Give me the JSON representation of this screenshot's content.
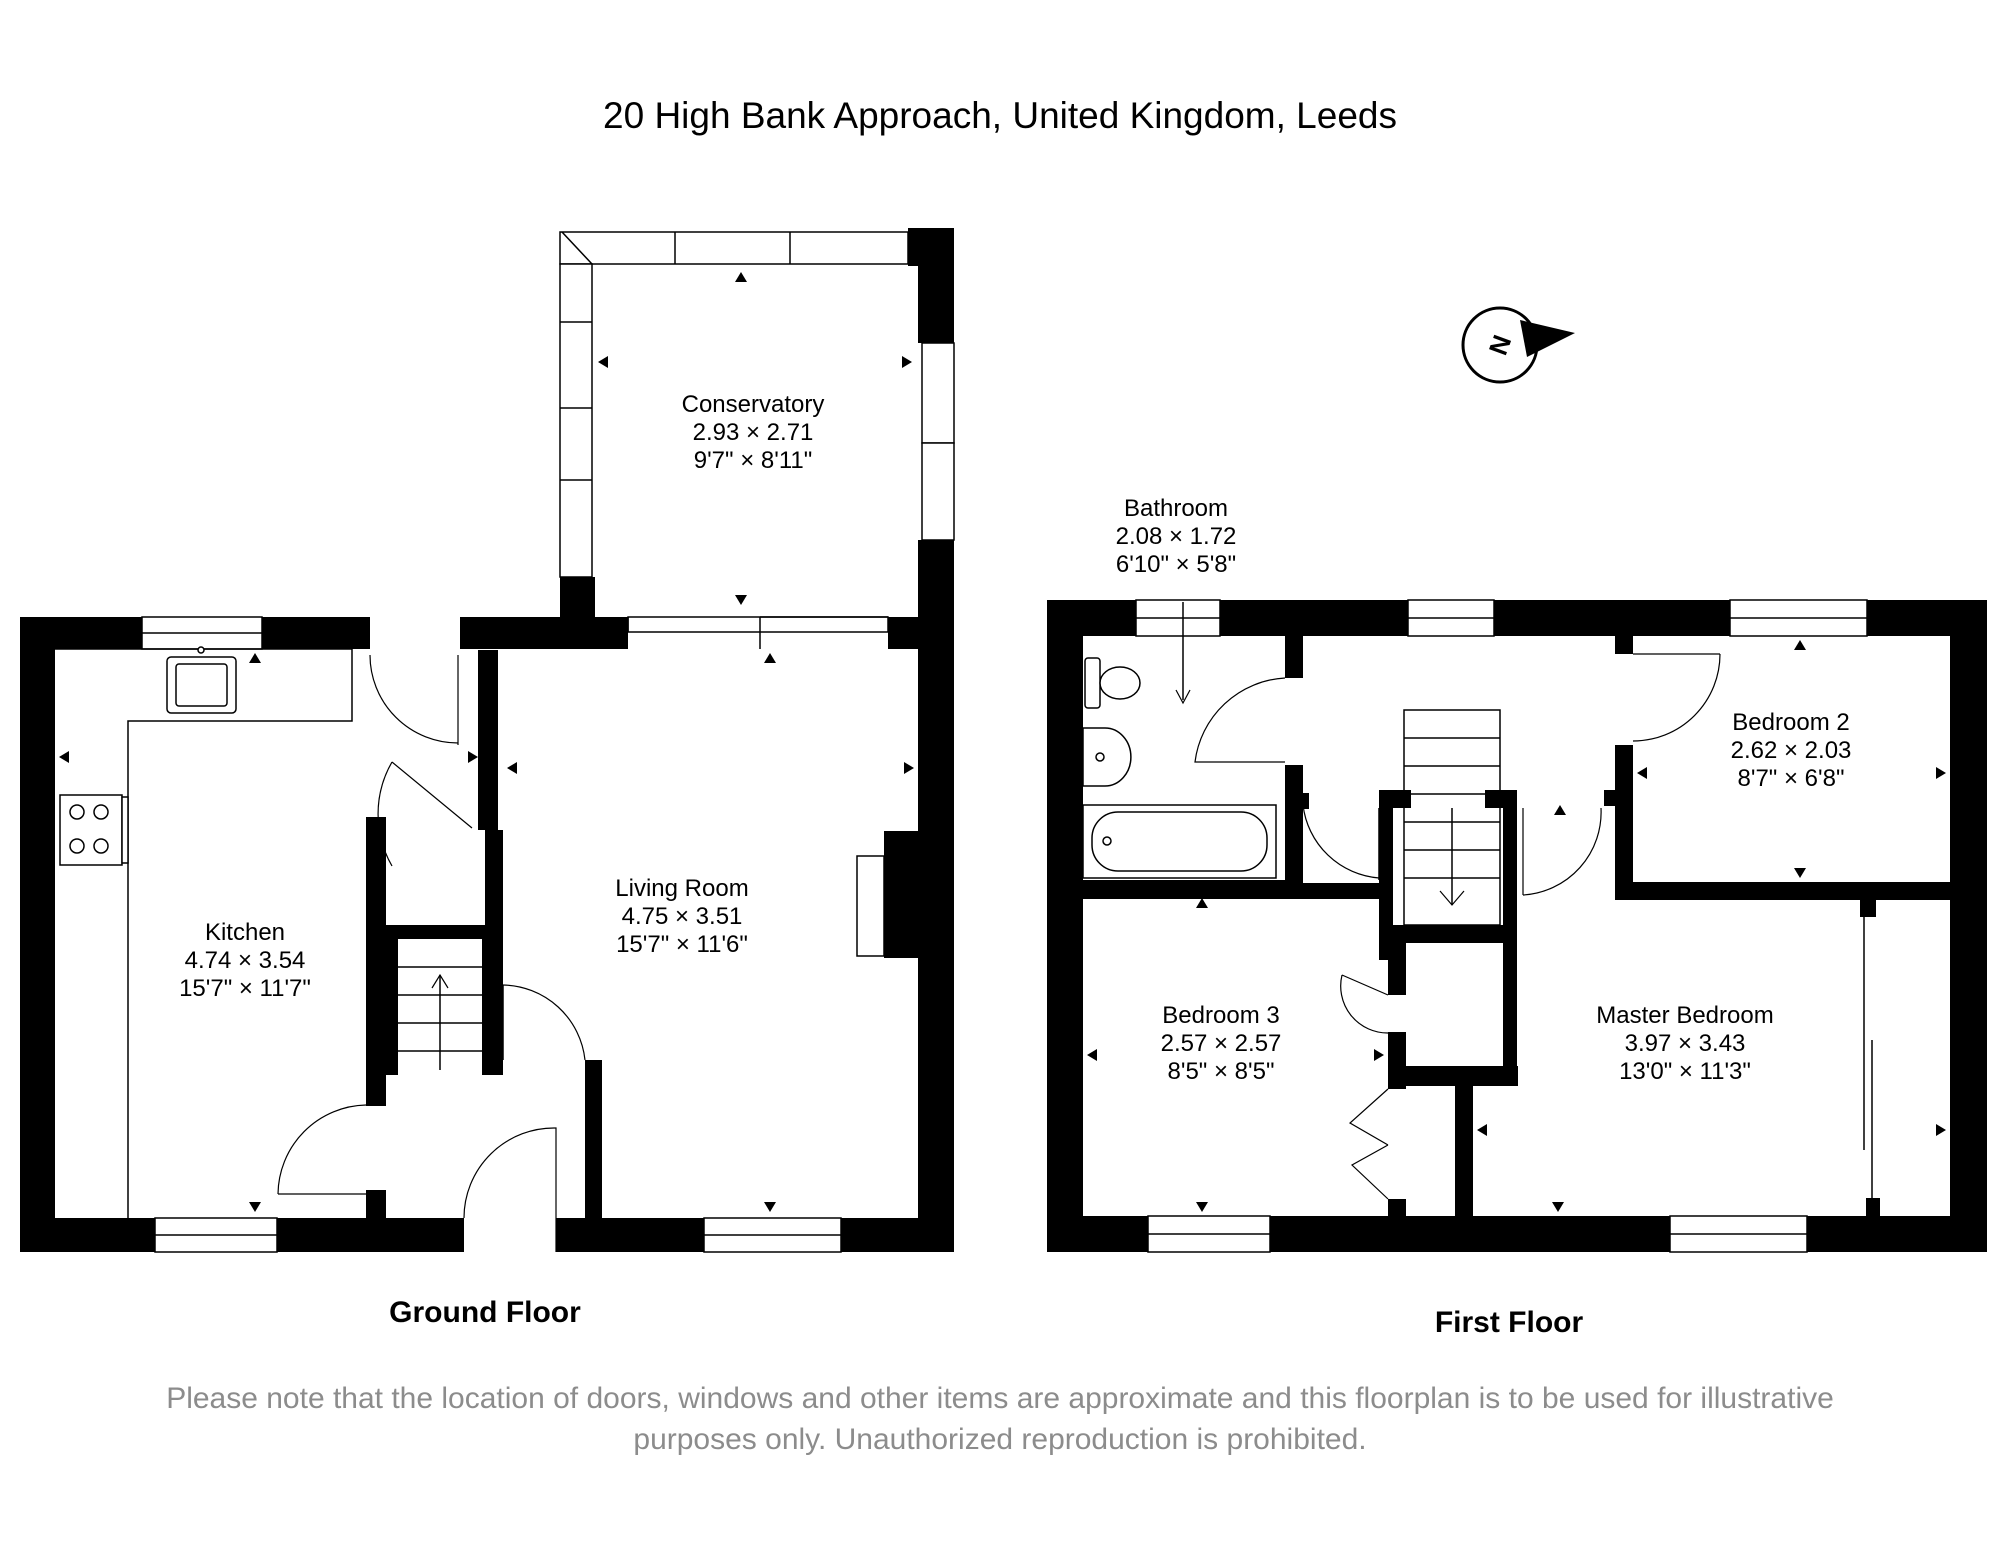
{
  "title": "20 High Bank Approach, United Kingdom, Leeds",
  "compass_label": "N",
  "floors": [
    {
      "label": "Ground Floor"
    },
    {
      "label": "First Floor"
    }
  ],
  "rooms": [
    {
      "name": "Conservatory",
      "metric": "2.93 × 2.71",
      "imperial": "9'7\" × 8'11\""
    },
    {
      "name": "Kitchen",
      "metric": "4.74 × 3.54",
      "imperial": "15'7\" × 11'7\""
    },
    {
      "name": "Living Room",
      "metric": "4.75 × 3.51",
      "imperial": "15'7\" × 11'6\""
    },
    {
      "name": "Bathroom",
      "metric": "2.08 × 1.72",
      "imperial": "6'10\" × 5'8\""
    },
    {
      "name": "Bedroom 2",
      "metric": "2.62 × 2.03",
      "imperial": "8'7\" × 6'8\""
    },
    {
      "name": "Bedroom 3",
      "metric": "2.57 × 2.57",
      "imperial": "8'5\" × 8'5\""
    },
    {
      "name": "Master Bedroom",
      "metric": "3.97 × 3.43",
      "imperial": "13'0\" × 11'3\""
    }
  ],
  "disclaimer": [
    "Please note that the location of doors, windows and other items are approximate and this floorplan is to be used for illustrative",
    "purposes only. Unauthorized reproduction is prohibited."
  ]
}
